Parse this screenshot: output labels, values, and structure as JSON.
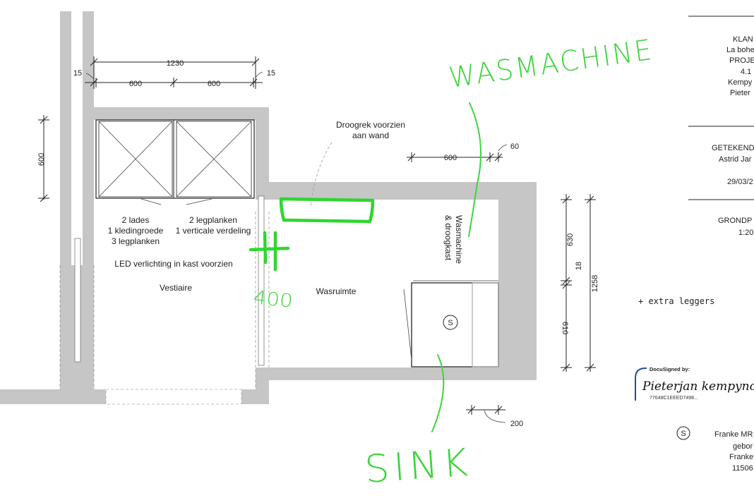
{
  "dimensions": {
    "total_width": "1230",
    "left_module": "600",
    "right_module": "600",
    "left_end": "15",
    "right_end": "15",
    "cabinet_depth": "600",
    "laundry_width": "600",
    "laundry_gap": "60",
    "upper_section": "630",
    "gap": "18",
    "lower_section": "610",
    "total_height": "1258",
    "bottom_offset": "200"
  },
  "labels": {
    "drying_rack": [
      "Droogrek voorzien",
      "aan wand"
    ],
    "left_cabinet": [
      "2 lades",
      "1 kledingroede",
      "3 legplanken"
    ],
    "right_cabinet": [
      "2 legplanken",
      "1 verticale verdeling"
    ],
    "led": "LED verlichting in kast voorzien",
    "vestiaire": "Vestiaire",
    "wasruimte": "Wasruimte",
    "washer_cabinet": [
      "Wasmachine",
      "& droogkast"
    ],
    "sink_symbol": "S",
    "extra_note": "+ extra leggers"
  },
  "handwriting": {
    "top": "WASMACHINE",
    "bottom": "SINK",
    "dimension": "400"
  },
  "title_block": {
    "client_heading": "KLAN",
    "client_lines": [
      "La bohe",
      "PROJE",
      "4.1",
      "Kempy",
      "Pieter"
    ],
    "drawn_heading": "GETEKEND",
    "drawn_lines": [
      "Astrid Jar",
      "29/03/2"
    ],
    "plan_heading": "GRONDP",
    "plan_scale": "1:20"
  },
  "docusign": {
    "label": "DocuSigned by:",
    "name": "Pieterjan kempynck",
    "id": "77648C1EEED7498..."
  },
  "legend": {
    "symbol": "S",
    "lines": [
      "Franke MR",
      "gebor",
      "Franke",
      "11506"
    ]
  },
  "colors": {
    "wall": "#c6c6c6",
    "annotation_green": "#3fd43f"
  }
}
